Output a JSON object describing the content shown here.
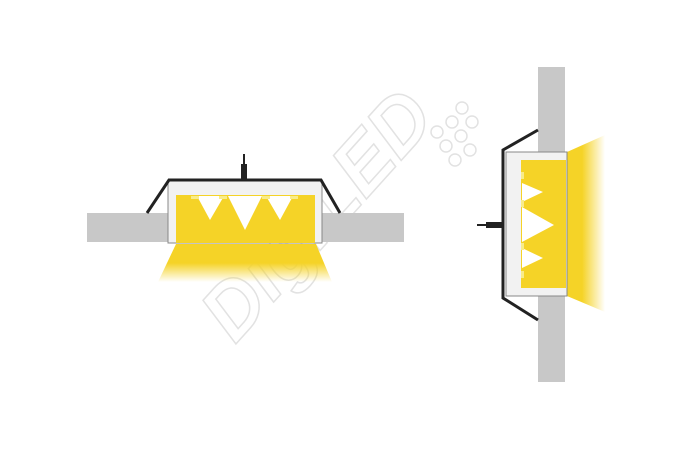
{
  "watermark": {
    "text": "DigiLED"
  },
  "diagrams": [
    {
      "name": "ceiling-recessed-profile",
      "orientation": "horizontal",
      "led_count": 4
    },
    {
      "name": "wall-recessed-profile",
      "orientation": "vertical",
      "led_count": 4
    }
  ],
  "colors": {
    "light": "#f5d327",
    "surface": "#c8c8c8",
    "cover": "#222222",
    "profile": "#f2f2f2",
    "watermark": "#e6e6e6"
  }
}
